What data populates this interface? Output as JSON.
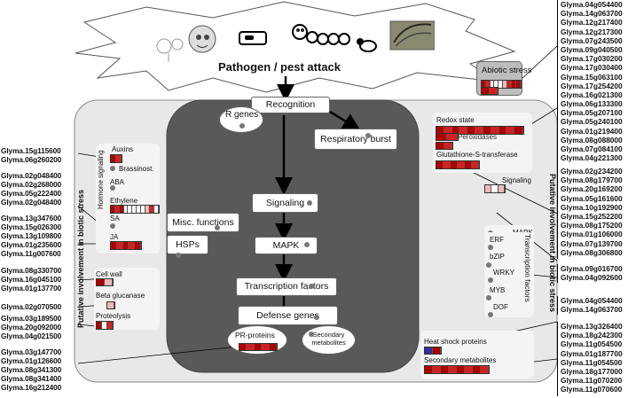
{
  "title": "Pathogen / pest attack",
  "abiotic_stress": "Abiotic stress",
  "core": {
    "recognition": "Recognition",
    "r_genes": "R genes",
    "respiratory_burst": "Respiratory burst",
    "signaling": "Signaling",
    "mapk": "MAPK",
    "transcription_factors": "Transcription factors",
    "defense_genes": "Defense genes",
    "pr_proteins": "PR-proteins",
    "secondary_metabolites": "Secondary metabolites",
    "misc_functions": "Misc. functions",
    "hsps": "HSPs"
  },
  "left_panel": {
    "side_label": "Putative involvement in biotic stress",
    "hormone_signaling": "Hormone signaling",
    "auxins": "Auxins",
    "brassinost": "Brassinost.",
    "aba": "ABA",
    "ethylene": "Ethylene",
    "sa": "SA",
    "ja": "JA",
    "cell_wall": "Cell wall",
    "beta_glucanase": "Beta glucanase",
    "proteolysis": "Proteolysis"
  },
  "right_panel": {
    "side_label": "Putative involvement in biotic stress",
    "redox_state": "Redox state",
    "peroxidases": "Peroxidases",
    "gst": "Glutathione-S-transferase",
    "signaling": "Signaling",
    "mapk": "MAPK",
    "transcription_factors": "Transcription factors",
    "erf": "ERF",
    "bzip": "bZIP",
    "wrky": "WRKY",
    "myb": "MYB",
    "dof": "DOF",
    "heat_shock": "Heat shock proteins",
    "secondary_metabolites": "Secondary metabolites"
  },
  "left_genes": {
    "auxins": [
      "Glyma.15g115600",
      "Glyma.06g260200"
    ],
    "ethylene": [
      "Glyma.02g048400",
      "Glyma.02g268000",
      "Glyma.05g222400",
      "Glyma.02g048400"
    ],
    "ja": [
      "Glyma.13g347600",
      "Glyma.15g026300",
      "Glyma.13g109800",
      "Glyma.01g235600",
      "Glyma.11g007600"
    ],
    "cell_wall": [
      "Glyma.08g330700",
      "Glyma.16g045100",
      "Glyma.01g137700"
    ],
    "beta_glucanase": [
      "Glyma.02g070500"
    ],
    "proteolysis": [
      "Glyma.03g189500",
      "Glyma.20g092000",
      "Glyma.04g021500"
    ],
    "pr_proteins": [
      "Glyma.03g147700",
      "Glyma.01g126600",
      "Glyma.08g341300",
      "Glyma.08g341400",
      "Glyma.16g212400"
    ]
  },
  "right_genes": {
    "abiotic": [
      "Glyma.04g054400",
      "Glyma.14g063700",
      "Glyma.12g217400",
      "Glyma.12g217300",
      "Glyma.07g243500",
      "Glyma.09g040500",
      "Glyma.17g030200",
      "Glyma.17g030400",
      "Glyma.15g063100",
      "Glyma.17g254200",
      "Glyma.16g021300",
      "Glyma.06g133300",
      "Glyma.05g207100",
      "Glyma.05g240100",
      "Glyma.01g219400",
      "Glyma.08g088000",
      "Glyma.07g084100",
      "Glyma.04g221300"
    ],
    "signaling": [
      "Glyma.02g234200",
      "Glyma.08g179700",
      "Glyma.20g169200",
      "Glyma.05g161600",
      "Glyma.10g192900",
      "Glyma.15g252200",
      "Glyma.08g175200",
      "Glyma.01g106000",
      "Glyma.07g139700",
      "Glyma.08g306800"
    ],
    "tf": [
      "Glyma.09g016700",
      "Glyma.04g092600"
    ],
    "hsp": [
      "Glyma.04g054400",
      "Glyma.14g063700"
    ],
    "secondary": [
      "Glyma.13g326400",
      "Glyma.18g242300",
      "Glyma.11g054500",
      "Glyma.01g187700",
      "Glyma.11g054500",
      "Glyma.18g177000",
      "Glyma.11g070200",
      "Glyma.11g070600"
    ]
  },
  "colors": {
    "outer_panel": "#e8e8e8",
    "inner_panel": "#595959",
    "heat_dark": "#b00000",
    "heat_mid": "#d42020",
    "heat_light": "#f2b8b8",
    "heat_white": "#ffffff"
  }
}
